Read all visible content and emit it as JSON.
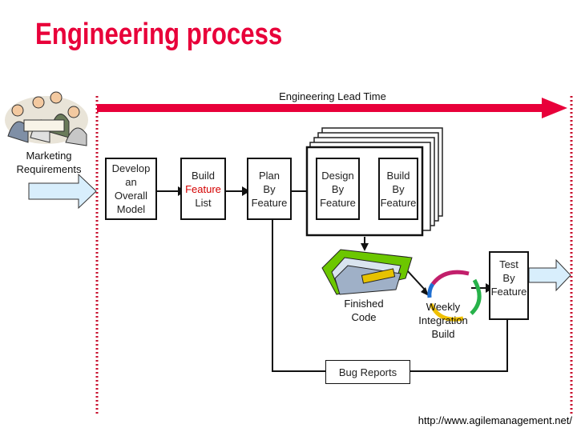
{
  "title": "Engineering process",
  "lead_time_label": "Engineering Lead Time",
  "marketing": {
    "label_line1": "Marketing",
    "label_line2": "Requirements"
  },
  "develop_model": {
    "l1": "Develop",
    "l2": "an",
    "l3": "Overall",
    "l4": "Model"
  },
  "build_feature_list": {
    "l1": "Build",
    "l2": "Feature",
    "l3": "List"
  },
  "plan_by_feature": {
    "l1": "Plan",
    "l2": "By",
    "l3": "Feature"
  },
  "design_by_feature": {
    "l1": "Design",
    "l2": "By",
    "l3": "Feature"
  },
  "build_by_feature": {
    "l1": "Build",
    "l2": "By",
    "l3": "Feature"
  },
  "test_by_feature": {
    "l1": "Test",
    "l2": "By",
    "l3": "Feature"
  },
  "finished_code": {
    "l1": "Finished",
    "l2": "Code"
  },
  "weekly_integration": {
    "l1": "Weekly",
    "l2": "Integration",
    "l3": "Build"
  },
  "bug_reports": "Bug Reports",
  "url": "http://www.agilemanagement.net/",
  "colors": {
    "title": "#e8003a",
    "lead_arrow": "#e8003a",
    "dotted_line": "#c8102e",
    "input_arrow": "#d8eefc"
  }
}
